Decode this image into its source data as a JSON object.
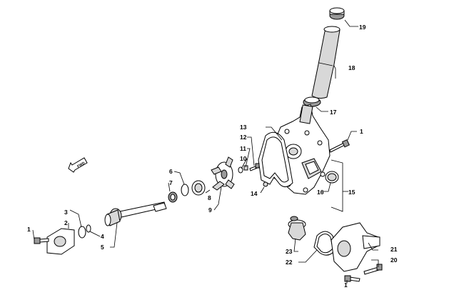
{
  "fwd_label": "FWD",
  "callouts": [
    {
      "id": "1a",
      "label": "1"
    },
    {
      "id": "1b",
      "label": "1"
    },
    {
      "id": "1c",
      "label": "1"
    },
    {
      "id": "2",
      "label": "2"
    },
    {
      "id": "3",
      "label": "3"
    },
    {
      "id": "4",
      "label": "4"
    },
    {
      "id": "5",
      "label": "5"
    },
    {
      "id": "6",
      "label": "6"
    },
    {
      "id": "7",
      "label": "7"
    },
    {
      "id": "8",
      "label": "8"
    },
    {
      "id": "9",
      "label": "9"
    },
    {
      "id": "10",
      "label": "10"
    },
    {
      "id": "11",
      "label": "11"
    },
    {
      "id": "12",
      "label": "12"
    },
    {
      "id": "13",
      "label": "13"
    },
    {
      "id": "14",
      "label": "14"
    },
    {
      "id": "15",
      "label": "15"
    },
    {
      "id": "16",
      "label": "16"
    },
    {
      "id": "17",
      "label": "17"
    },
    {
      "id": "18",
      "label": "18"
    },
    {
      "id": "19",
      "label": "19"
    },
    {
      "id": "20",
      "label": "20"
    },
    {
      "id": "21",
      "label": "21"
    },
    {
      "id": "22",
      "label": "22"
    },
    {
      "id": "23",
      "label": "23"
    }
  ]
}
